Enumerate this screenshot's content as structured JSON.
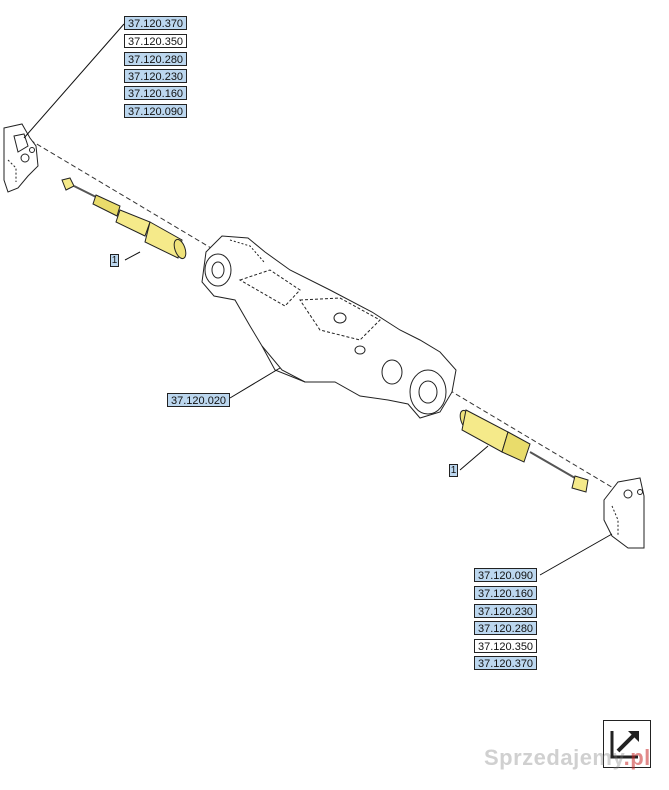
{
  "refs_top": [
    "37.120.370",
    "37.120.350",
    "37.120.280",
    "37.120.230",
    "37.120.160",
    "37.120.090"
  ],
  "refs_bottom": [
    "37.120.090",
    "37.120.160",
    "37.120.230",
    "37.120.280",
    "37.120.350",
    "37.120.370"
  ],
  "axle_ref": "37.120.020",
  "callout_left": "1",
  "callout_right": "1",
  "watermark": {
    "text": "Sprzedajemy",
    "suffix": ".pl"
  },
  "colors": {
    "highlight_box": "#bcd7ef",
    "part_fill": "#f5ea8a",
    "line": "#222222"
  },
  "icons": [
    "arrow-out-icon"
  ]
}
